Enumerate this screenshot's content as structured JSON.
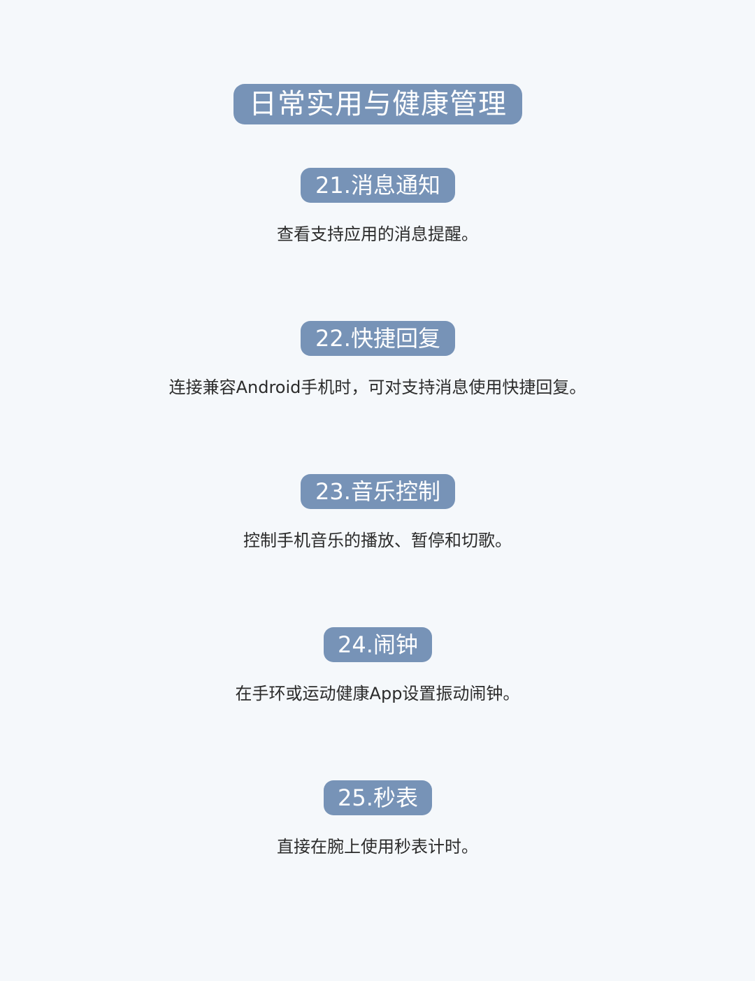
{
  "header": {
    "title": "日常实用与健康管理"
  },
  "features": [
    {
      "label": "21.消息通知",
      "description": "查看支持应用的消息提醒。"
    },
    {
      "label": "22.快捷回复",
      "description": "连接兼容Android手机时，可对支持消息使用快捷回复。"
    },
    {
      "label": "23.音乐控制",
      "description": "控制手机音乐的播放、暂停和切歌。"
    },
    {
      "label": "24.闹钟",
      "description": "在手环或运动健康App设置振动闹钟。"
    },
    {
      "label": "25.秒表",
      "description": "直接在腕上使用秒表计时。"
    }
  ],
  "colors": {
    "background": "#f5f8fb",
    "pill": "#7793b7",
    "pill_text": "#ffffff",
    "body_text": "#2b2b2b"
  }
}
